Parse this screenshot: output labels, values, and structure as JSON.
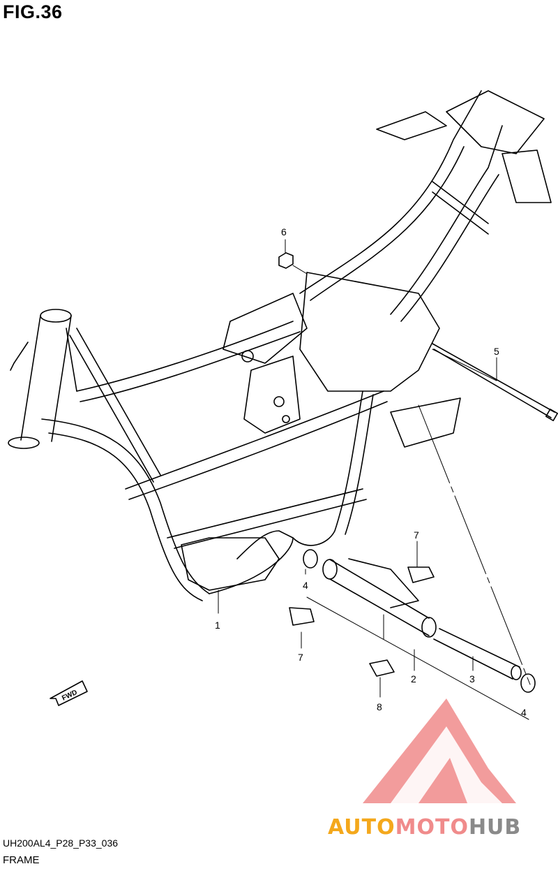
{
  "figure": {
    "title": "FIG.36"
  },
  "callouts": [
    {
      "id": "c1",
      "text": "1"
    },
    {
      "id": "c2",
      "text": "2"
    },
    {
      "id": "c3",
      "text": "3"
    },
    {
      "id": "c4a",
      "text": "4"
    },
    {
      "id": "c4b",
      "text": "4"
    },
    {
      "id": "c5",
      "text": "5"
    },
    {
      "id": "c6",
      "text": "6"
    },
    {
      "id": "c7a",
      "text": "7"
    },
    {
      "id": "c7b",
      "text": "7"
    },
    {
      "id": "c8",
      "text": "8"
    }
  ],
  "direction_marker": {
    "text": "FWD"
  },
  "footer": {
    "code": "UH200AL4_P28_P33_036",
    "caption": "FRAME"
  },
  "watermark": {
    "text_part1": "AUTO",
    "text_part2": "MOTO",
    "text_part3": "HUB",
    "colors": {
      "auto": "#f4a81c",
      "moto": "#f08b8b",
      "hub": "#8a8a8a",
      "logo": "#f08b8b"
    }
  }
}
